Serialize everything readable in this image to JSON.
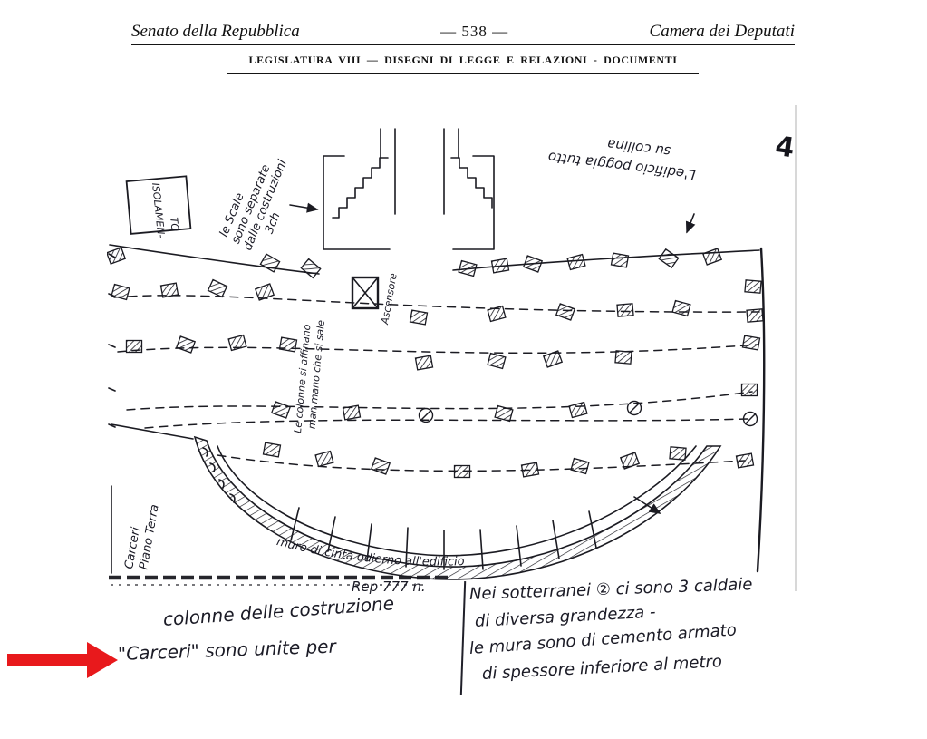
{
  "header": {
    "left": "Senato della Repubblica",
    "center": "— 538 —",
    "right": "Camera dei Deputati",
    "subtitle": "LEGISLATURA VIII — DISEGNI DI LEGGE E RELAZIONI - DOCUMENTI"
  },
  "sketch": {
    "isolamento_label": [
      "ISOLAMEN-",
      "TO"
    ],
    "scale_note": [
      "le Scale",
      "sono separate",
      "dalle costruzioni",
      "3ch"
    ],
    "collina_note": [
      "L'edificio poggia tutto",
      "su collina"
    ],
    "colonne_note": [
      "Le colonne si affinano",
      "man mano che si sale"
    ],
    "ascensore_label": "Ascensore",
    "muro_note": "muro di cinta odierno all'edificio",
    "carceri_label": [
      "Carceri",
      "Piano Terra"
    ],
    "rep_label": "Rep 777 n.",
    "corner_mark": "4"
  },
  "notes": {
    "left": [
      "colonne delle costruzione",
      "\"Carceri\" sono unite per"
    ],
    "right": [
      "Nei sotterranei ② ci sono 3 caldaie",
      "di diversa grandezza -",
      "le mura sono di cemento armato",
      "di spessore inferiore al metro"
    ]
  },
  "annotation": {
    "arrow_color": "#e8191c"
  }
}
